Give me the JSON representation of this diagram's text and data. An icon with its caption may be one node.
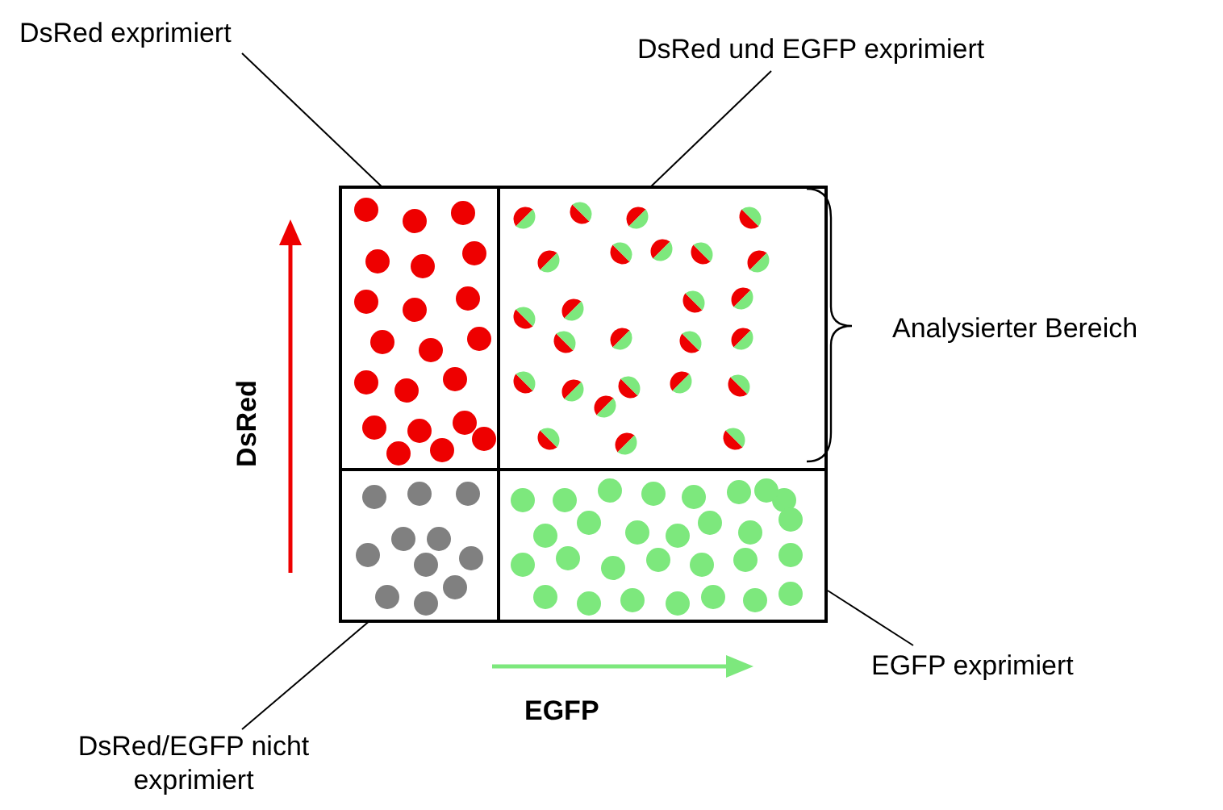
{
  "diagram": {
    "nodes": [
      {
        "text": [
          "DsRed exprimiert"
        ]
      },
      {
        "text": [
          "DsRed und EGFP exprimiert"
        ]
      },
      {
        "text": [],
        "shape": "box"
      },
      {
        "text": [],
        "shape": "box"
      },
      {
        "text": [],
        "shape": "box"
      },
      {
        "text": [],
        "shape": "box"
      },
      {
        "text": [
          "EGFP exprimiert"
        ]
      },
      {
        "text": [
          "DsRed/EGFP nicht exprimiert"
        ]
      }
    ],
    "edges": [
      {
        "from": 0,
        "to": 2,
        "arrow": "none"
      },
      {
        "from": 1,
        "to": 3,
        "arrow": "none"
      },
      {
        "from": 6,
        "to": 5,
        "arrow": "none"
      },
      {
        "from": 7,
        "to": 4,
        "arrow": "none"
      }
    ],
    "labels": [
      "Analysierter Bereich",
      "DsRed",
      "EGFP"
    ]
  }
}
